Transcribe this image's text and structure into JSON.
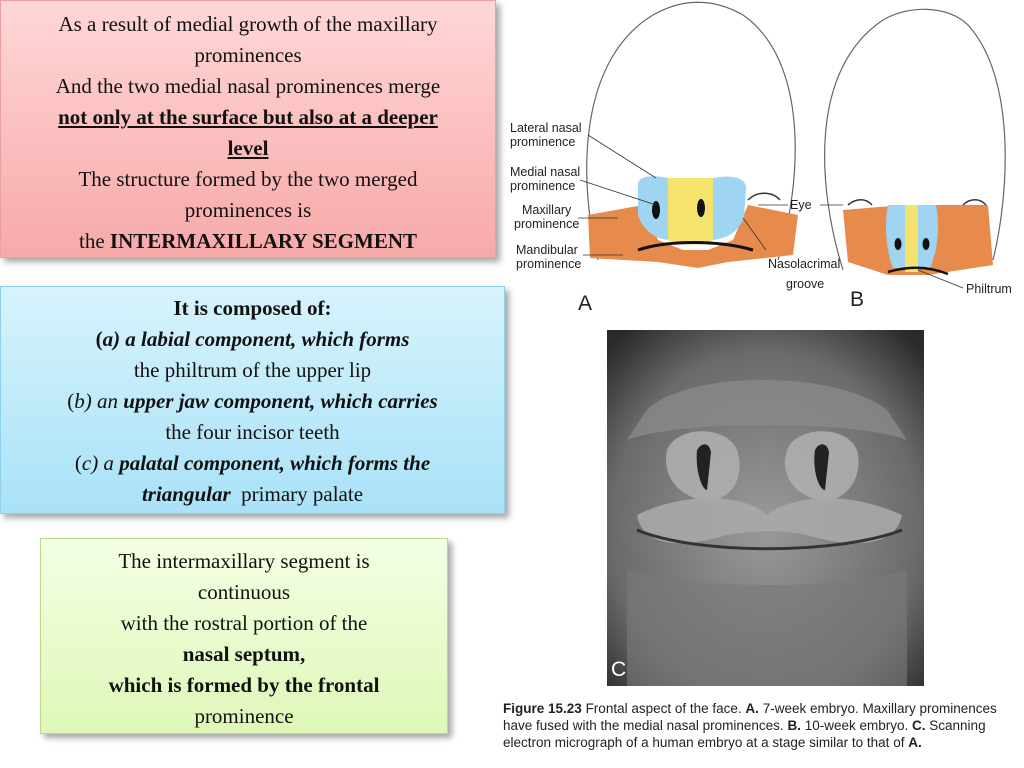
{
  "box1": {
    "line1": "As a result of medial growth of the maxillary",
    "line2": "prominences",
    "line3": "And the two medial nasal prominences merge",
    "line4_bold": "not only at the surface but also at a deeper",
    "line5_bold": "level",
    "line6": "The structure formed by the two merged",
    "line7": "prominences is",
    "line8_prefix": "the",
    "line8_bold": "INTERMAXILLARY SEGMENT"
  },
  "box2": {
    "heading": "It is composed of:",
    "a_open": "(",
    "a_letter": "a",
    "a_text": ") a labial component, which forms",
    "a_cont": "the philtrum of the upper lip",
    "b_open": "(",
    "b_letter": "b",
    "b_close": ") an",
    "b_text": "upper jaw component, which carries",
    "b_cont": "the four incisor teeth",
    "c_open": "(",
    "c_letter": "c",
    "c_close": ") a",
    "c_text": "palatal component, which forms the",
    "c_text2": "triangular",
    "c_cont": "primary palate"
  },
  "box3": {
    "line1": "The intermaxillary segment is",
    "line2": "continuous",
    "line3": "with the rostral portion of the",
    "line4_bold": "nasal septum,",
    "line5_bold": "which is formed by the frontal",
    "line6": "prominence"
  },
  "figure": {
    "labels": {
      "lateral_nasal_1": "Lateral nasal",
      "lateral_nasal_2": "prominence",
      "medial_nasal_1": "Medial nasal",
      "medial_nasal_2": "prominence",
      "maxillary_1": "Maxillary",
      "maxillary_2": "prominence",
      "mandibular_1": "Mandibular",
      "mandibular_2": "prominence",
      "eye": "Eye",
      "nasolacrimal_1": "Nasolacrimal",
      "nasolacrimal_2": "groove",
      "philtrum": "Philtrum",
      "panel_a": "A",
      "panel_b": "B",
      "panel_c": "C"
    },
    "colors": {
      "lateral_nasal": "#ffffff",
      "medial_nasal": "#9fd4f2",
      "intermaxillary": "#f6e36e",
      "maxillary": "#e78b4c",
      "mandibular": "#e78b4c"
    }
  },
  "caption": {
    "figure_label": "Figure 15.23",
    "text1": "Frontal aspect of the face.",
    "a": "A.",
    "text_a": "7-week embryo. Maxillary prominences have fused with the medial nasal prominences.",
    "b": "B.",
    "text_b": "10-week embryo.",
    "c": "C.",
    "text_c": "Scanning electron micrograph of a human embryo at a stage similar to that of",
    "a_end": "A."
  }
}
